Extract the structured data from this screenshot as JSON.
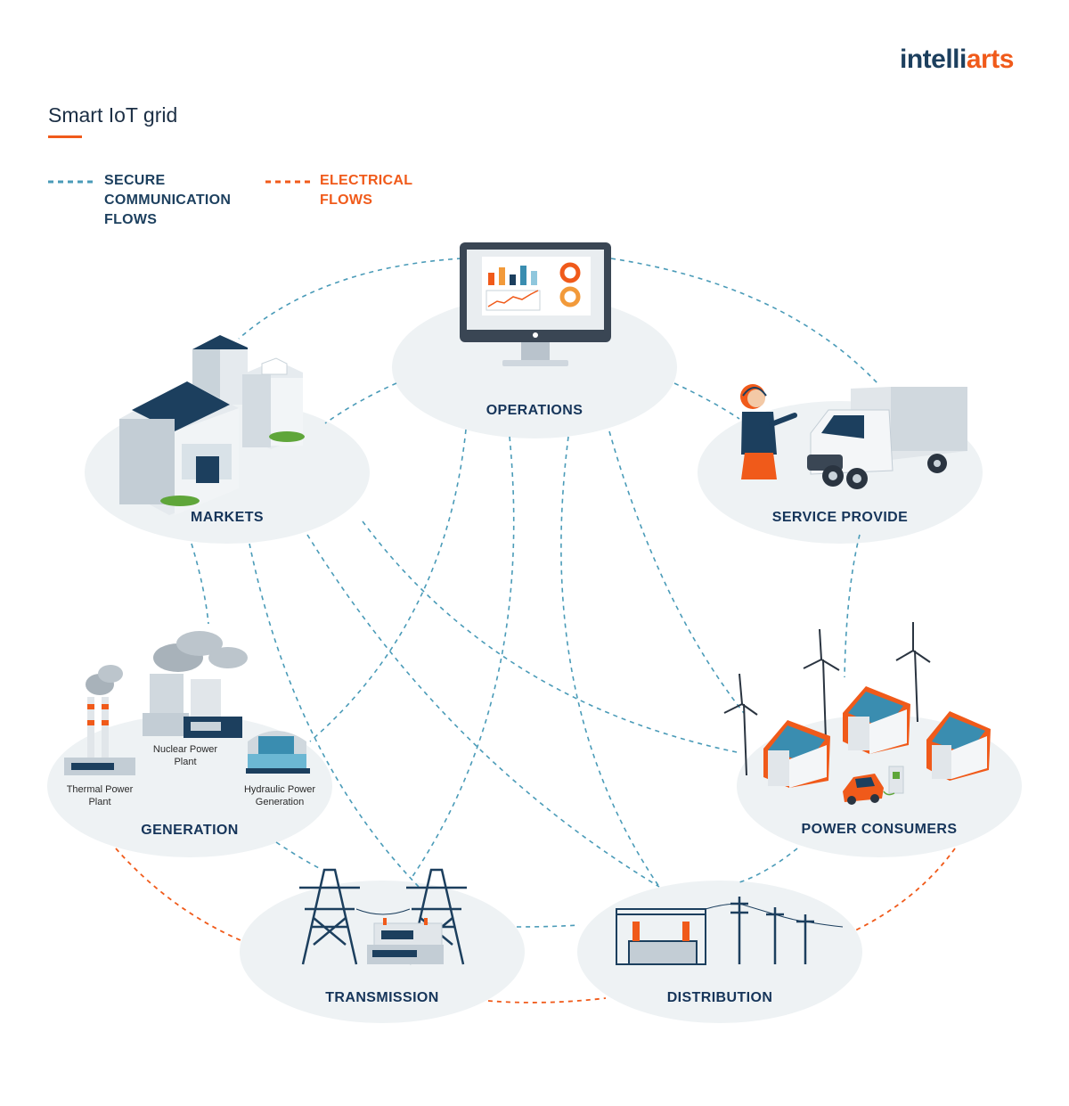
{
  "brand": {
    "name_part1": "intelli",
    "name_part2": "arts"
  },
  "title": "Smart IoT grid",
  "legend": {
    "secure": [
      "SECURE",
      "COMMUNICATION",
      "FLOWS"
    ],
    "electrical": [
      "ELECTRICAL",
      "FLOWS"
    ]
  },
  "nodes": {
    "operations": "OPERATIONS",
    "markets": "MARKETS",
    "service_provide": "SERVICE PROVIDE",
    "generation": "GENERATION",
    "power_consumers": "POWER CONSUMERS",
    "transmission": "TRANSMISSION",
    "distribution": "DISTRIBUTION"
  },
  "generation_plants": {
    "thermal": [
      "Thermal Power",
      "Plant"
    ],
    "nuclear": [
      "Nuclear Power",
      "Plant"
    ],
    "hydraulic": [
      "Hydraulic Power",
      "Generation"
    ]
  },
  "colors": {
    "secure_flow": "#4a9bb8",
    "electrical_flow": "#f05a1a",
    "node_bg": "#eef2f4",
    "navy": "#1c3f5e",
    "accent": "#f05a1a"
  }
}
